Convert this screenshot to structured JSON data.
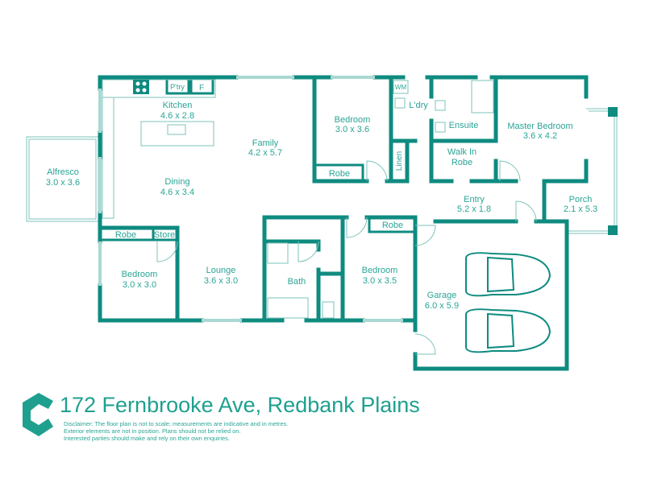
{
  "address": "172 Fernbrooke Ave, Redbank Plains",
  "disclaimer": [
    "Disclaimer: The floor plan is not to scale; measurements are indicative and in metres.",
    "Exterior elements are not in position. Plans should not be relied on.",
    "Interested parties should make and rely on their own enquiries."
  ],
  "colors": {
    "wall": "#0f8b80",
    "text": "#2aa596"
  },
  "rooms": {
    "kitchen": {
      "name": "Kitchen",
      "size": "4.6 x 2.8"
    },
    "family": {
      "name": "Family",
      "size": "4.2 x 5.7"
    },
    "dining": {
      "name": "Dining",
      "size": "4.6 x 3.4"
    },
    "alfresco": {
      "name": "Alfresco",
      "size": "3.0 x 3.6"
    },
    "bedroom2": {
      "name": "Bedroom",
      "size": "3.0 x 3.6"
    },
    "laundry": {
      "name": "L'dry"
    },
    "ensuite": {
      "name": "Ensuite"
    },
    "walkin": {
      "name": "Walk In",
      "name2": "Robe"
    },
    "master": {
      "name": "Master Bedroom",
      "size": "3.6 x 4.2"
    },
    "entry": {
      "name": "Entry",
      "size": "5.2 x 1.8"
    },
    "porch": {
      "name": "Porch",
      "size": "2.1 x 5.3"
    },
    "bedroom3": {
      "name": "Bedroom",
      "size": "3.0 x 3.0"
    },
    "lounge": {
      "name": "Lounge",
      "size": "3.6 x 3.0"
    },
    "bath": {
      "name": "Bath"
    },
    "bedroom4": {
      "name": "Bedroom",
      "size": "3.0 x 3.5"
    },
    "garage": {
      "name": "Garage",
      "size": "6.0 x 5.9"
    }
  },
  "fixtures": {
    "pantry": "P'try",
    "fridge": "F",
    "wm": "WM",
    "linen": "Linen",
    "robe": "Robe",
    "store": "Store"
  }
}
